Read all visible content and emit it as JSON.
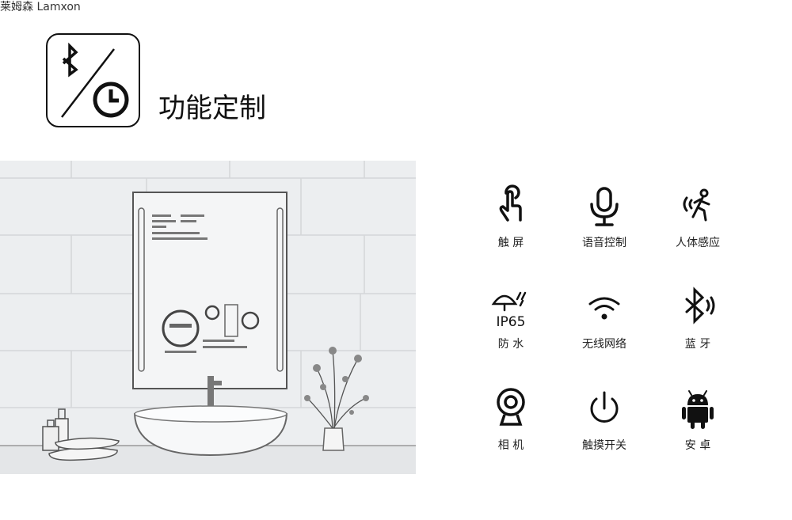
{
  "brand": {
    "name": "莱姆森 Lamxon"
  },
  "header": {
    "logo_icons": [
      "bluetooth-icon",
      "clock-icon"
    ],
    "title": "功能定制"
  },
  "scene": {
    "description_icon": "bathroom-mirror-illustration"
  },
  "features": [
    {
      "icon": "touch-hand-icon",
      "label": "触 屏"
    },
    {
      "icon": "microphone-icon",
      "label": "语音控制"
    },
    {
      "icon": "motion-sensor-icon",
      "label": "人体感应"
    },
    {
      "icon": "waterproof-umbrella-icon",
      "label": "防 水",
      "badge": "IP65"
    },
    {
      "icon": "wifi-icon",
      "label": "无线网络"
    },
    {
      "icon": "bluetooth-icon",
      "label": "蓝 牙"
    },
    {
      "icon": "webcam-icon",
      "label": "相 机"
    },
    {
      "icon": "power-icon",
      "label": "触摸开关"
    },
    {
      "icon": "android-icon",
      "label": "安 卓"
    }
  ]
}
